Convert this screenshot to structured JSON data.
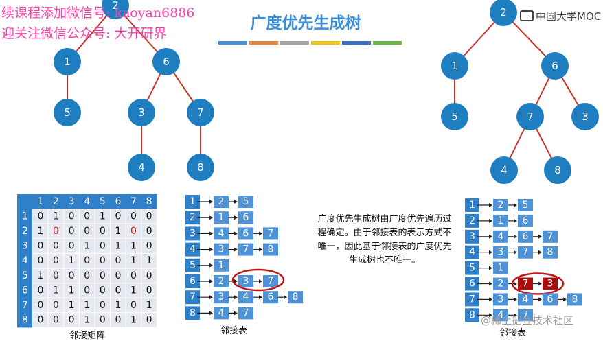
{
  "title": "广度优先生成树",
  "color_bar": [
    "#4a90d9",
    "#e8833a",
    "#a5a5a5",
    "#f2c41a",
    "#3a6fc4",
    "#6cb545"
  ],
  "watermark": {
    "line1": "续课程添加微信号: kaoyan6886",
    "line2": "迎关注微信公众号: 大开研界",
    "logo": "中国大学MOC",
    "bottom": "@稀土掘金技术社区"
  },
  "colors": {
    "node": "#1f7ec0",
    "edge": "#c8342c",
    "matrix_bg": "#2f80c8",
    "list_head": "#2f80c8",
    "list_cell": "#4f93d6",
    "highlight_cell": "#a80e0e",
    "ring": "#c01818"
  },
  "tree_left": {
    "nodes": [
      {
        "id": "2",
        "label": "2"
      },
      {
        "id": "1",
        "label": "1"
      },
      {
        "id": "6",
        "label": "6"
      },
      {
        "id": "5",
        "label": "5"
      },
      {
        "id": "3",
        "label": "3"
      },
      {
        "id": "7",
        "label": "7"
      },
      {
        "id": "4",
        "label": "4"
      },
      {
        "id": "8",
        "label": "8"
      }
    ],
    "edges": [
      [
        "2",
        "1"
      ],
      [
        "2",
        "6"
      ],
      [
        "1",
        "5"
      ],
      [
        "6",
        "3"
      ],
      [
        "6",
        "7"
      ],
      [
        "3",
        "4"
      ],
      [
        "7",
        "8"
      ]
    ]
  },
  "tree_right": {
    "nodes": [
      {
        "id": "2",
        "label": "2"
      },
      {
        "id": "1",
        "label": "1"
      },
      {
        "id": "6",
        "label": "6"
      },
      {
        "id": "5",
        "label": "5"
      },
      {
        "id": "7",
        "label": "7"
      },
      {
        "id": "3",
        "label": "3"
      },
      {
        "id": "4",
        "label": "4"
      },
      {
        "id": "8",
        "label": "8"
      }
    ],
    "edges": [
      [
        "2",
        "1"
      ],
      [
        "2",
        "6"
      ],
      [
        "1",
        "5"
      ],
      [
        "6",
        "7"
      ],
      [
        "6",
        "3"
      ],
      [
        "7",
        "4"
      ],
      [
        "7",
        "8"
      ]
    ]
  },
  "matrix": {
    "caption": "邻接矩阵",
    "header": [
      "1",
      "2",
      "3",
      "4",
      "5",
      "6",
      "7",
      "8"
    ],
    "rows": [
      [
        "0",
        "1",
        "0",
        "0",
        "1",
        "0",
        "0",
        "0"
      ],
      [
        "1",
        "0",
        "0",
        "0",
        "0",
        "1",
        "0",
        "0"
      ],
      [
        "0",
        "0",
        "0",
        "1",
        "0",
        "1",
        "1",
        "0"
      ],
      [
        "0",
        "0",
        "1",
        "0",
        "0",
        "0",
        "1",
        "1"
      ],
      [
        "1",
        "0",
        "0",
        "0",
        "0",
        "0",
        "0",
        "0"
      ],
      [
        "0",
        "1",
        "1",
        "0",
        "0",
        "0",
        "1",
        "0"
      ],
      [
        "0",
        "0",
        "1",
        "1",
        "0",
        "1",
        "0",
        "1"
      ],
      [
        "0",
        "0",
        "0",
        "1",
        "0",
        "0",
        "1",
        "0"
      ]
    ],
    "red_cells": [
      [
        1,
        1
      ],
      [
        1,
        6
      ]
    ]
  },
  "list_left": {
    "caption": "邻接表",
    "heads": [
      "1",
      "2",
      "3",
      "4",
      "5",
      "6",
      "7",
      "8"
    ],
    "rows": [
      [
        "2",
        "5"
      ],
      [
        "1",
        "6"
      ],
      [
        "4",
        "6",
        "7"
      ],
      [
        "3",
        "7",
        "8"
      ],
      [
        "1"
      ],
      [
        "2",
        "3",
        "7"
      ],
      [
        "3",
        "4",
        "6",
        "8"
      ],
      [
        "4",
        "7"
      ]
    ],
    "ring": {
      "row": 5,
      "from": 1,
      "to": 2
    }
  },
  "list_right": {
    "caption": "邻接表",
    "heads": [
      "1",
      "2",
      "3",
      "4",
      "5",
      "6",
      "7",
      "8"
    ],
    "rows": [
      [
        "2",
        "5"
      ],
      [
        "1",
        "6"
      ],
      [
        "4",
        "6",
        "7"
      ],
      [
        "3",
        "7",
        "8"
      ],
      [
        "1"
      ],
      [
        "2",
        "7",
        "3"
      ],
      [
        "3",
        "4",
        "6",
        "8"
      ],
      [
        "4",
        "7"
      ]
    ],
    "highlight": {
      "row": 5,
      "cells": [
        1,
        2
      ]
    }
  },
  "description": "广度优先生成树由广度优先遍历过程确定。由于邻接表的表示方式不唯一，因此基于邻接表的广度优先生成树也不唯一。"
}
